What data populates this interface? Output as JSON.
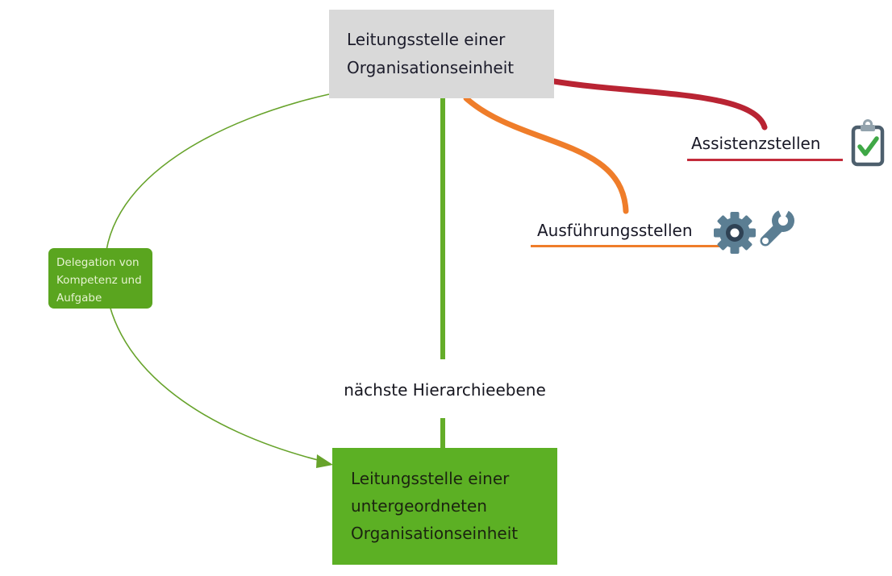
{
  "nodes": {
    "root": {
      "lines": [
        "Leitungsstelle einer",
        "Organisationseinheit"
      ],
      "bg": "#d9d9d9",
      "text_color": "#1c1c2b"
    },
    "assistenz": {
      "label": "Assistenzstellen",
      "underline_color": "#c32b3b",
      "icon": "clipboard-check-icon"
    },
    "ausfuehrung": {
      "label": "Ausführungsstellen",
      "underline_color": "#ef7d2a",
      "icons": [
        "gear-icon",
        "wrench-icon"
      ]
    },
    "delegation": {
      "lines": [
        "Delegation von",
        "Kompetenz und",
        "Aufgabe"
      ],
      "bg": "#5aa51f",
      "text_color": "#e6f3d1"
    },
    "hierarchy": {
      "label": "nächste Hierarchieebene",
      "text_color": "#16161f"
    },
    "child": {
      "lines": [
        "Leitungsstelle einer",
        "untergeordneten",
        "Organisationseinheit"
      ],
      "bg": "#5cb024",
      "text_color": "#1b2410"
    }
  },
  "edges": {
    "root_to_assistenz": {
      "color": "#b92433"
    },
    "root_to_ausfuehrung": {
      "color": "#ef7d2a"
    },
    "root_to_child": {
      "color": "#64ad29"
    },
    "delegation_curve": {
      "color": "#67a32b"
    }
  },
  "icon_colors": {
    "slate": "#5b7e93",
    "slate_dark": "#2f4254",
    "clipboard_frame": "#4d5f6d",
    "clipboard_clip": "#93a3ad",
    "check_green": "#3fa846"
  }
}
